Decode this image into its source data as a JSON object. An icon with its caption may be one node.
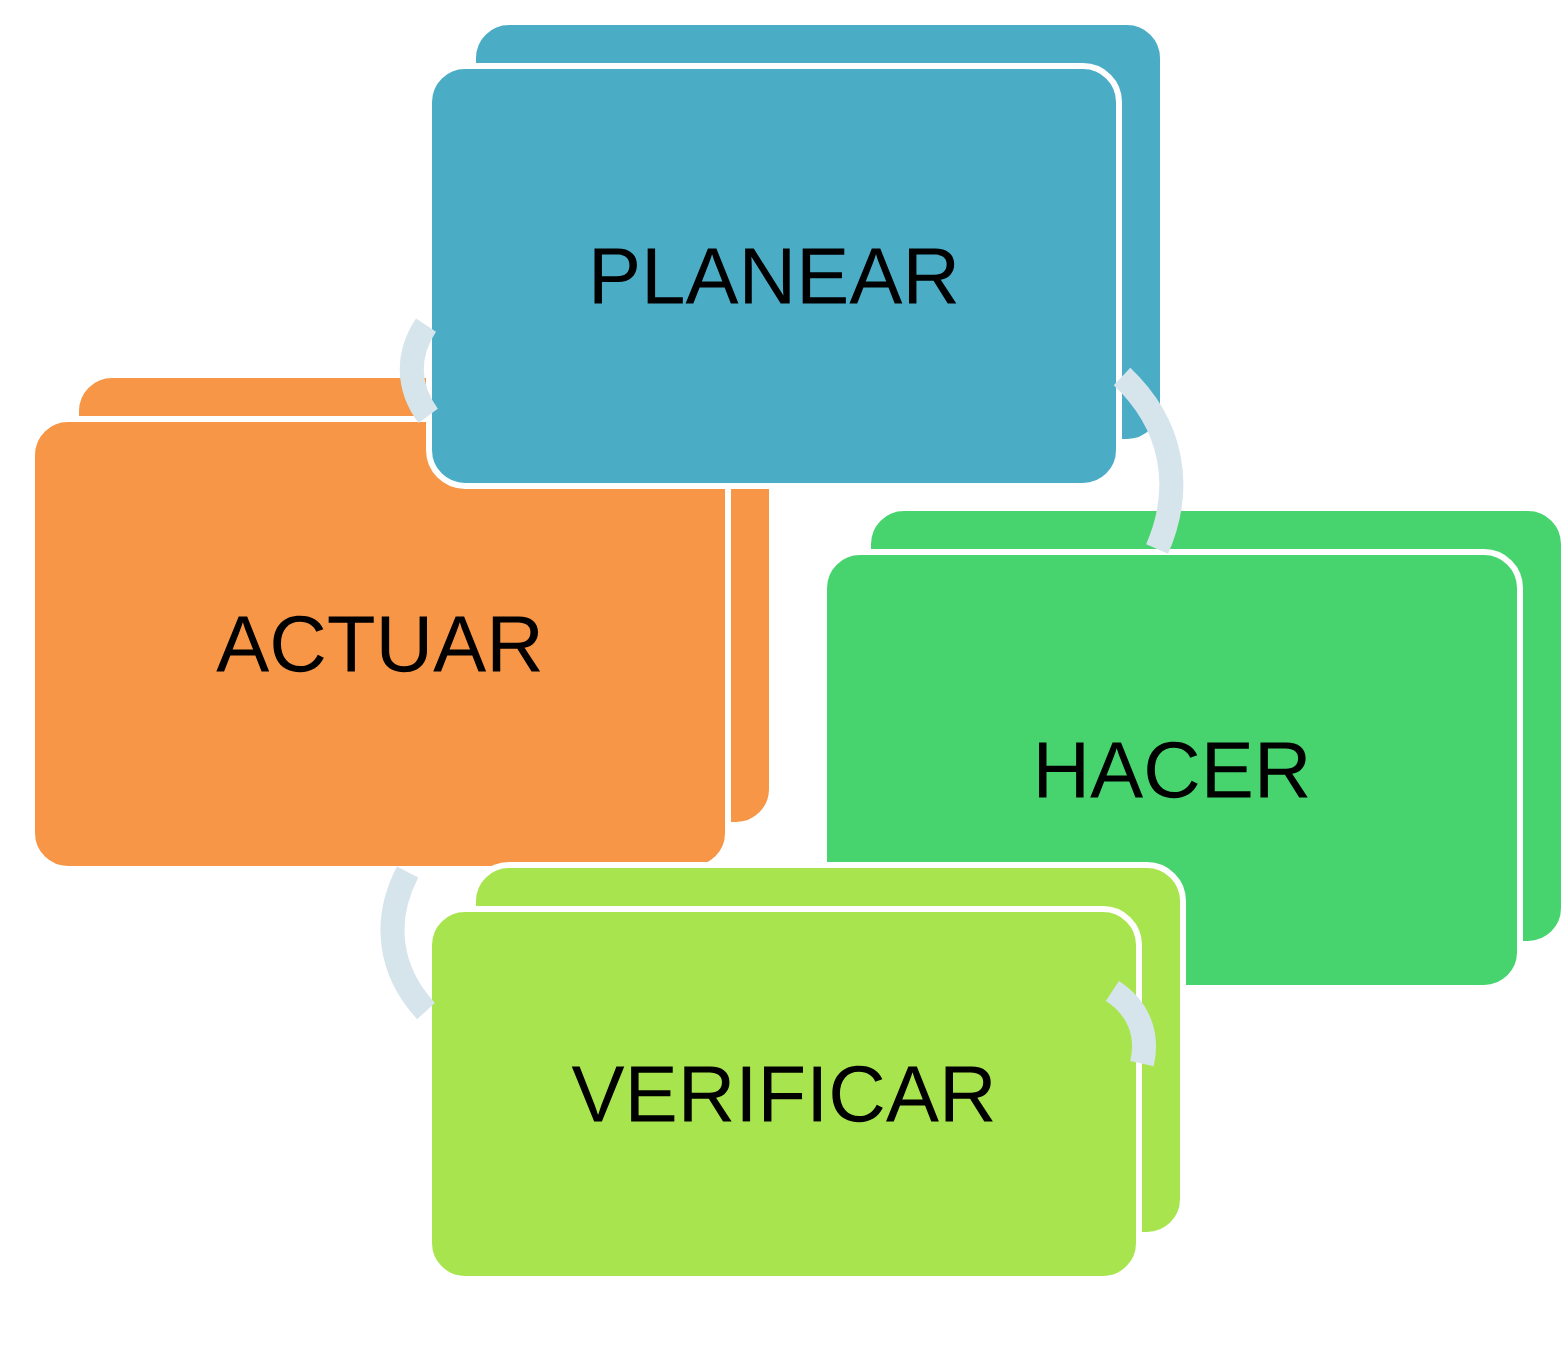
{
  "diagram": {
    "nodes": [
      {
        "text": [
          "PLANEAR"
        ]
      },
      {
        "text": [
          "ACTUAR"
        ]
      },
      {
        "text": [
          "HACER"
        ]
      },
      {
        "text": [
          "VERIFICAR"
        ]
      }
    ],
    "edges": [
      {
        "from": 0,
        "to": 2,
        "arrow": "none"
      },
      {
        "from": 2,
        "to": 3,
        "arrow": "none"
      },
      {
        "from": 3,
        "to": 1,
        "arrow": "none"
      },
      {
        "from": 1,
        "to": 0,
        "arrow": "none"
      }
    ]
  }
}
